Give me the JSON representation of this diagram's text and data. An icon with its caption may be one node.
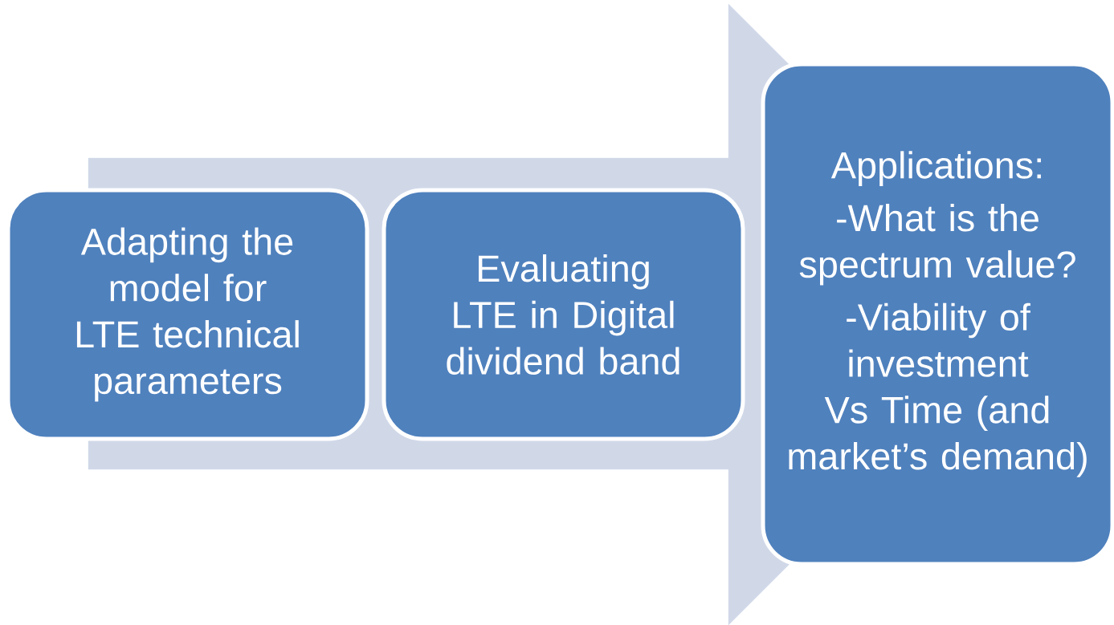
{
  "diagram": {
    "nodes": [
      {
        "text": [
          "Adapting the model for LTE technical parameters"
        ]
      },
      {
        "text": [
          "Evaluating LTE in Digital dividend band"
        ]
      },
      {
        "text": [
          "Applications:",
          "-What is the spectrum value?",
          "-Viability of investment Vs Time (and market’s demand)"
        ]
      }
    ],
    "edges": [
      {
        "from": 0,
        "to": 2,
        "arrow": "to"
      }
    ]
  }
}
